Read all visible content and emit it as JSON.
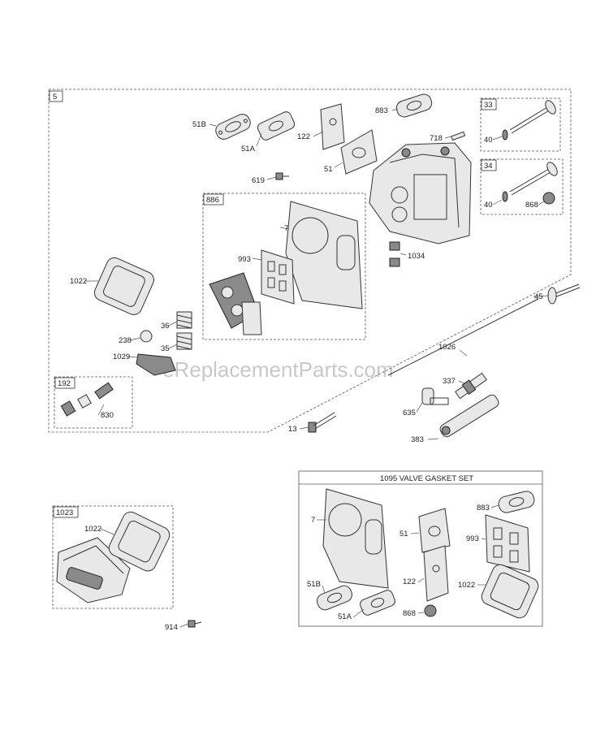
{
  "watermark": "eReplacementParts.com",
  "kit_tags": {
    "main": "5",
    "valve_33": "33",
    "valve_34": "34",
    "gasket_886": "886",
    "kit_192": "192",
    "cover_1023": "1023"
  },
  "gasket_set_title": "1095 VALVE GASKET SET",
  "callouts": {
    "c51b": "51B",
    "c51a": "51A",
    "c122": "122",
    "c883": "883",
    "c718": "718",
    "c51": "51",
    "c619": "619",
    "c40a": "40",
    "c40b": "40",
    "c868": "868",
    "c7": "7",
    "c993": "993",
    "c1034": "1034",
    "c1022": "1022",
    "c45": "45",
    "c238": "238",
    "c36": "36",
    "c35": "35",
    "c1029": "1029",
    "c1026": "1026",
    "c337": "337",
    "c830": "830",
    "c635": "635",
    "c13": "13",
    "c383": "383",
    "c1022b": "1022",
    "c914": "914",
    "g7": "7",
    "g51": "51",
    "g883": "883",
    "g993": "993",
    "g51b": "51B",
    "g122": "122",
    "g1022": "1022",
    "g51a": "51A",
    "g868": "868"
  }
}
